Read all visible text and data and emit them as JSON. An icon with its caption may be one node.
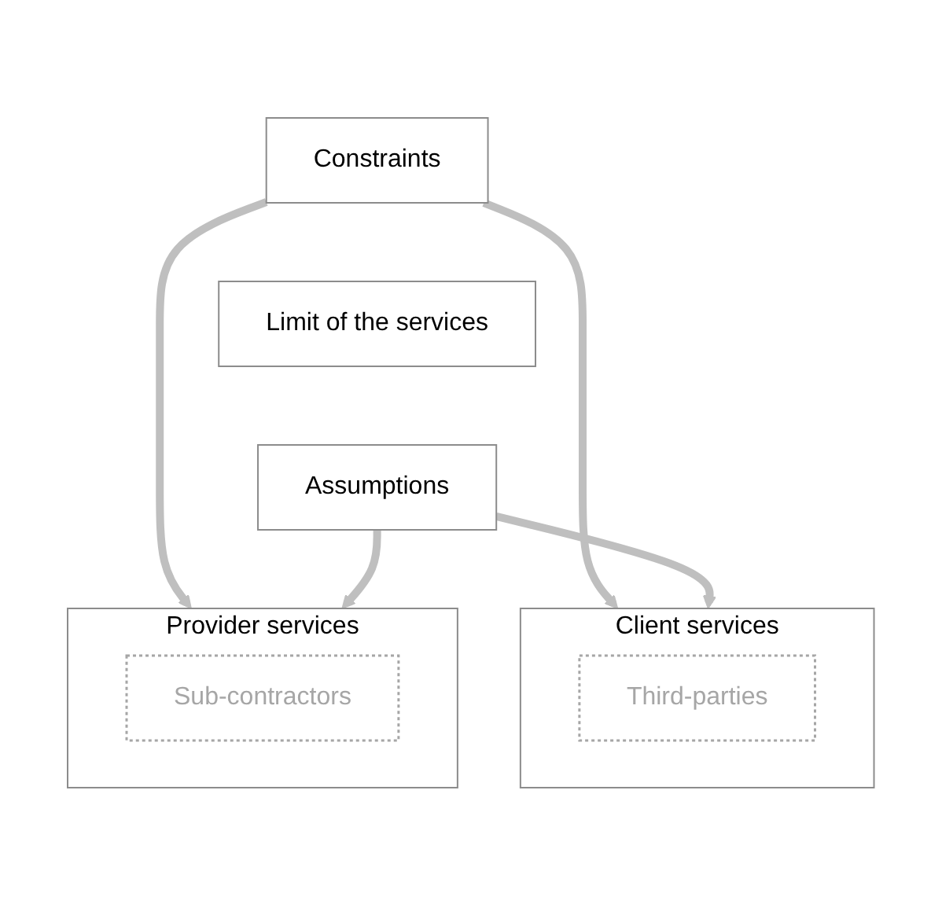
{
  "diagram": {
    "nodes": [
      {
        "text": [
          "Constraints"
        ]
      },
      {
        "text": [
          "Provider services"
        ]
      },
      {
        "text": [
          "Sub-contractors"
        ],
        "in": 1
      },
      {
        "text": [
          "Limit of the services"
        ]
      },
      {
        "text": [
          "Client services"
        ]
      },
      {
        "text": [
          "Third-parties"
        ],
        "in": 4
      },
      {
        "text": [
          "Assumptions"
        ]
      }
    ],
    "edges": [
      {
        "from": 0,
        "to": 1,
        "arrow": "to"
      },
      {
        "from": 0,
        "to": 4,
        "arrow": "to"
      },
      {
        "from": 6,
        "to": 1,
        "arrow": "to"
      },
      {
        "from": 6,
        "to": 4,
        "arrow": "to"
      }
    ]
  }
}
